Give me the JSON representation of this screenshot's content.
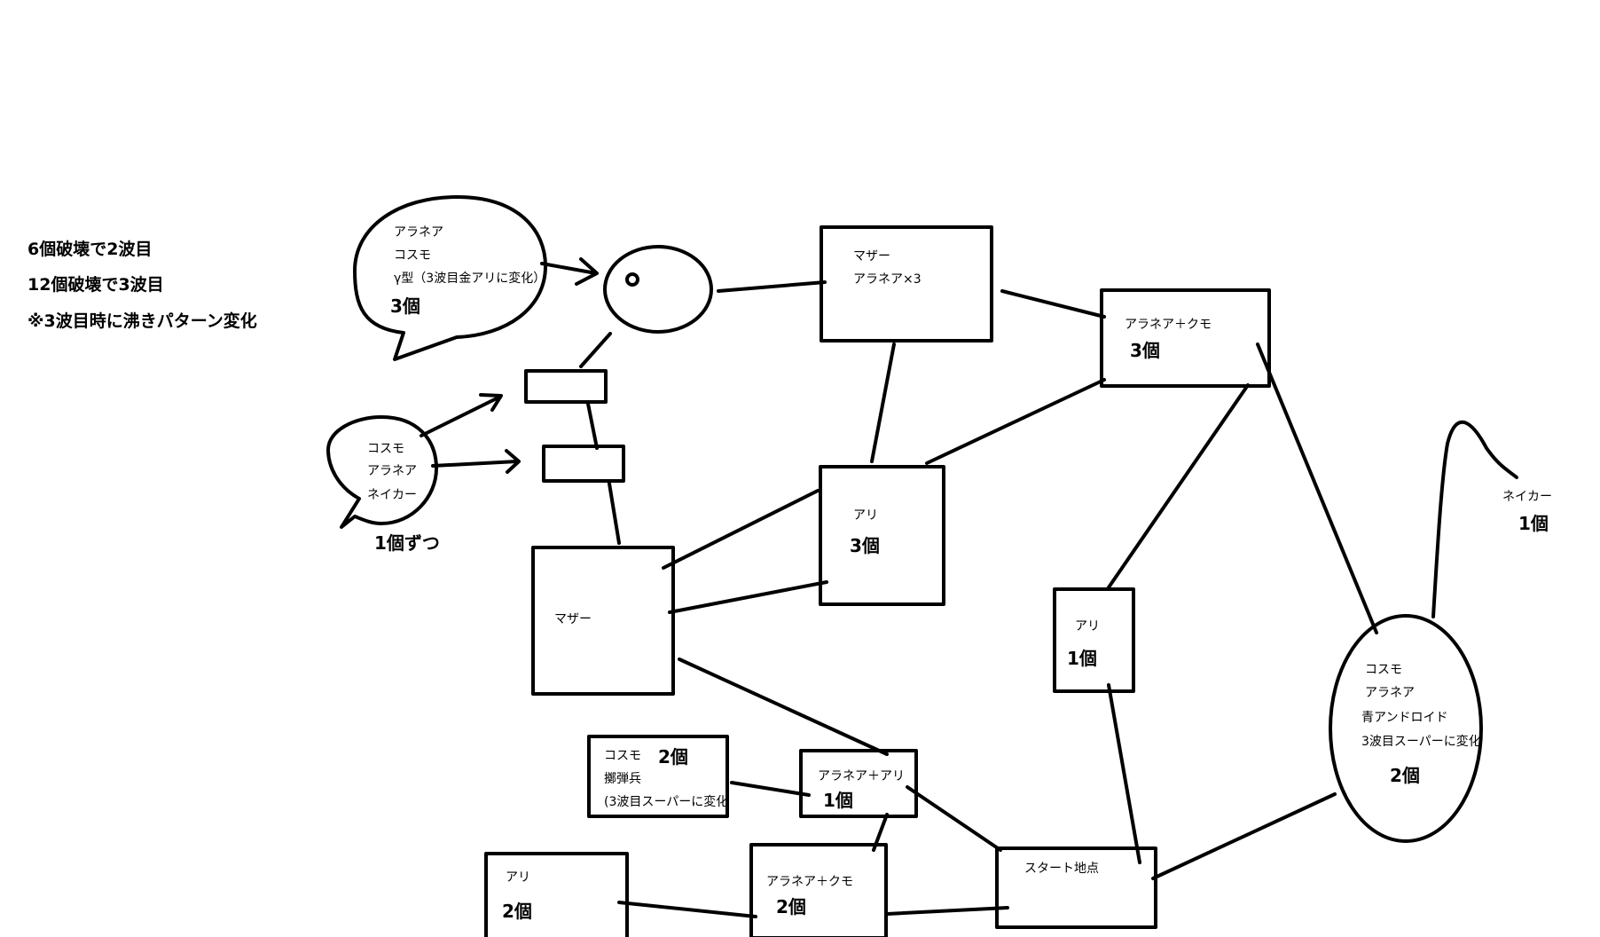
{
  "notes": {
    "line1": "6個破壊で2波目",
    "line2": "12個破壊で3波目",
    "line3": "※3波目時に沸きパターン変化"
  },
  "speech_top": {
    "line1": "アラネア",
    "line2": "コスモ",
    "line3": "γ型（3波目金アリに変化）",
    "count": "3個"
  },
  "speech_left": {
    "line1": "コスモ",
    "line2": "アラネア",
    "line3": "ネイカー",
    "count": "1個ずつ"
  },
  "mother_top": {
    "line1": "マザー",
    "line2": "アラネア×3"
  },
  "aranea_kumo_top": {
    "label": "アラネア＋クモ",
    "count": "3個"
  },
  "ari_center": {
    "label": "アリ",
    "count": "3個"
  },
  "mother_left": {
    "label": "マザー"
  },
  "ari_right": {
    "label": "アリ",
    "count": "1個"
  },
  "neika_right": {
    "label": "ネイカー",
    "count": "1個"
  },
  "oval_right": {
    "line1": "コスモ",
    "line2": "アラネア",
    "line3": "青アンドロイド",
    "line4": "3波目スーパーに変化",
    "count": "2個"
  },
  "cosmo_box": {
    "label": "コスモ",
    "count": "2個",
    "line2": "擲弾兵",
    "line3": "(3波目スーパーに変化"
  },
  "aranea_ari": {
    "label": "アラネア＋アリ",
    "count": "1個"
  },
  "ari_bottom": {
    "label": "アリ",
    "count": "2個"
  },
  "aranea_kumo_bottom": {
    "label": "アラネア＋クモ",
    "count": "2個"
  },
  "start": {
    "label": "スタート地点"
  }
}
